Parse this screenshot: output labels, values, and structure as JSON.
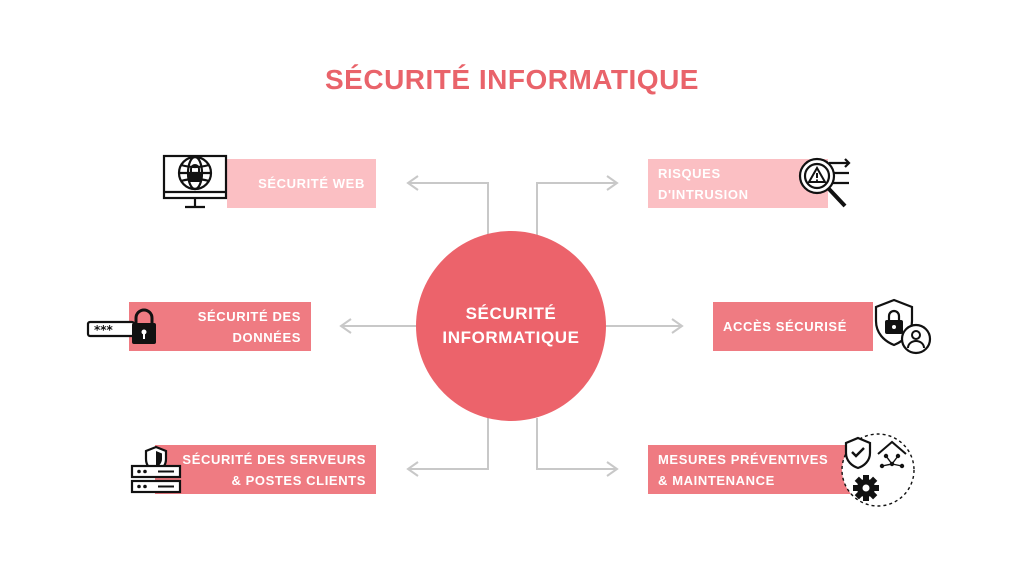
{
  "title": "SÉCURITÉ INFORMATIQUE",
  "hub": {
    "line1": "SÉCURITÉ",
    "line2": "INFORMATIQUE"
  },
  "nodes": {
    "web": {
      "label": "SÉCURITÉ WEB",
      "icon": "web-lock-monitor-icon"
    },
    "data": {
      "line1": "SÉCURITÉ DES",
      "line2": "DONNÉES",
      "icon": "password-lock-icon"
    },
    "servers": {
      "line1": "SÉCURITÉ DES SERVEURS",
      "line2": "& POSTES CLIENTS",
      "icon": "server-shield-icon"
    },
    "risks": {
      "line1": "RISQUES",
      "line2": "D'INTRUSION",
      "icon": "magnifier-warning-icon"
    },
    "access": {
      "label": "ACCÈS SÉCURISÉ",
      "icon": "user-shield-lock-icon"
    },
    "measures": {
      "line1": "MESURES PRÉVENTIVES",
      "line2": "& MAINTENANCE",
      "icon": "maintenance-gear-shield-icon"
    }
  },
  "colors": {
    "title": "#e9636a",
    "hub": "#ec636b",
    "box_light": "#fbbfc3",
    "box_dark": "#ef7b82",
    "connector": "#c8c8c8",
    "icon": "#111111"
  }
}
